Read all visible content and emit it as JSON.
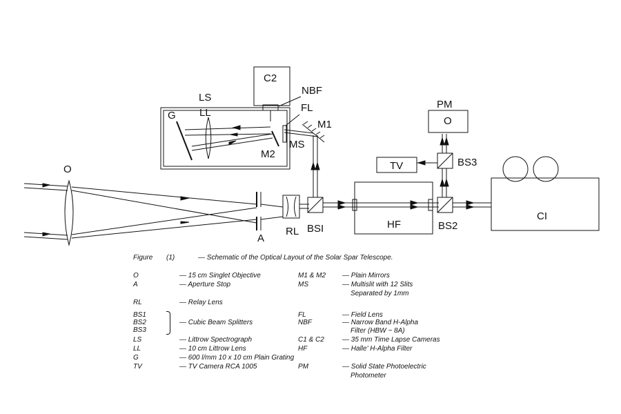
{
  "labels": {
    "O": "O",
    "A": "A",
    "RL": "RL",
    "BS1": "BSI",
    "HF": "HF",
    "BS2": "BS2",
    "CI": "CI",
    "TV": "TV",
    "BS3": "BS3",
    "PM": "PM",
    "PM_O": "O",
    "LS": "LS",
    "C2": "C2",
    "NBF": "NBF",
    "FL": "FL",
    "M1": "M1",
    "MS": "MS",
    "M2": "M2",
    "G": "G",
    "LL": "LL"
  },
  "caption": {
    "figure": "Figure",
    "number": "(1)",
    "text": "— Schematic of the Optical Layout of the Solar Spar Telescope."
  },
  "legend_left": [
    {
      "abbr": "O",
      "desc": "— 15 cm Singlet Objective"
    },
    {
      "abbr": "A",
      "desc": "— Aperture Stop"
    },
    {
      "abbr": "RL",
      "desc": "— Relay Lens"
    },
    {
      "abbr": "BS1",
      "desc": ""
    },
    {
      "abbr": "BS2",
      "desc": "— Cubic Beam Splitters"
    },
    {
      "abbr": "BS3",
      "desc": ""
    },
    {
      "abbr": "LS",
      "desc": "— Littrow Spectrograph"
    },
    {
      "abbr": "LL",
      "desc": "— 10 cm Littrow Lens"
    },
    {
      "abbr": "G",
      "desc": "— 600 l/mm 10 x 10 cm Plain Grating"
    },
    {
      "abbr": "TV",
      "desc": "— TV Camera RCA 1005"
    }
  ],
  "legend_right": [
    {
      "abbr": "M1 & M2",
      "desc": "— Plain Mirrors"
    },
    {
      "abbr": "MS",
      "desc": "— Multislit with 12 Slits"
    },
    {
      "abbr": "",
      "desc": "Separated by 1mm"
    },
    {
      "abbr": "FL",
      "desc": "— Field Lens"
    },
    {
      "abbr": "NBF",
      "desc": "— Narrow Band H-Alpha"
    },
    {
      "abbr": "",
      "desc": "Filter (HBW ~ 8A)"
    },
    {
      "abbr": "C1 & C2",
      "desc": "— 35 mm Time Lapse Cameras"
    },
    {
      "abbr": "HF",
      "desc": "— Halle' H-Alpha Filter"
    },
    {
      "abbr": "PM",
      "desc": "— Solid State Photoelectric"
    },
    {
      "abbr": "",
      "desc": "Photometer"
    }
  ]
}
